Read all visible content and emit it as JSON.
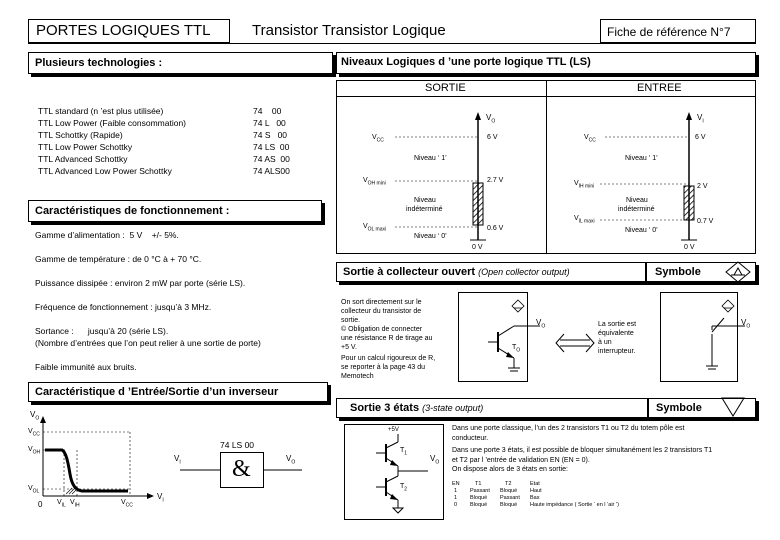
{
  "header": {
    "title": "PORTES LOGIQUES TTL",
    "subtitle": "Transistor Transistor Logique",
    "ref": "Fiche de référence N°7"
  },
  "tech": {
    "heading": "Plusieurs technologies :",
    "families": [
      {
        "name": "TTL standard (n ’est plus utilisée)",
        "code": "74    00"
      },
      {
        "name": "TTL Low Power (Faible consommation)",
        "code": "74 L   00"
      },
      {
        "name": "TTL Schottky (Rapide)",
        "code": "74 S   00"
      },
      {
        "name": "TTL Low Power Schottky",
        "code": "74 LS  00"
      },
      {
        "name": "TTL Advanced Schottky",
        "code": "74 AS  00"
      },
      {
        "name": "TTL Advanced Low Power Schottky",
        "code": "74 ALS00"
      }
    ]
  },
  "charac": {
    "heading": "Caractéristiques de fonctionnement :",
    "alim": "Gamme d’alimentation :  5 V    +/- 5%.",
    "temp": "Gamme de température : de 0 °C à + 70 °C.",
    "power": "Puissance dissipée : environ 2 mW par porte (série LS).",
    "freq": "Fréquence de fonctionnement : jusqu’à 3 MHz.",
    "fanout1": "Sortance :      jusqu’à 20 (série LS).",
    "fanout2": "(Nombre d’entrées que l’on peut relier à une sortie de porte)",
    "immunity": "Faible immunité aux bruits."
  },
  "levels": {
    "heading": "Niveaux Logiques d ’une porte logique TTL (LS)",
    "out_title": "SORTIE",
    "in_title": "ENTREE",
    "out": {
      "v": "V",
      "v_sub": "O",
      "vcc": "V",
      "vcc_sub": "CC",
      "six": "6 V",
      "n1": "Niveau ‘ 1’",
      "voh": "V",
      "voh_sub": "OH mini",
      "v27": "2.7 V",
      "ind1": "Niveau",
      "ind2": "indéterminé",
      "vol": "V",
      "vol_sub": "OL maxi",
      "v06": "0.6 V",
      "n0": "Niveau ‘ 0’",
      "zero": "0 V"
    },
    "in": {
      "v": "V",
      "v_sub": "I",
      "vcc": "V",
      "vcc_sub": "CC",
      "six": "6 V",
      "n1": "Niveau ‘ 1’",
      "vih": "V",
      "vih_sub": "IH mini",
      "v2": "2 V",
      "ind1": "Niveau",
      "ind2": "indéterminé",
      "vil": "V",
      "vil_sub": "IL maxi",
      "v07": "0.7 V",
      "n0": "Niveau ‘ 0’",
      "zero": "0 V"
    }
  },
  "oc": {
    "heading": "Sortie à collecteur ouvert",
    "heading_paren": "(Open collector output)",
    "symbole": "Symbole",
    "text": [
      "On sort directement sur le",
      "collecteur du transistor de",
      "sortie.",
      "© Obligation de connecter",
      "une résistance R de tirage au",
      "+5 V.",
      "Pour un calcul rigoureux de R,",
      "se reporter à la page 43 du",
      "Memotech"
    ],
    "vo": "V",
    "vo_sub": "O",
    "to": "T",
    "to_sub": "O",
    "switch_text": [
      "La sortie est",
      "équivalente",
      "à un",
      "interrupteur."
    ],
    "vo2": "V",
    "vo2_sub": "O"
  },
  "inv": {
    "heading": "Caractéristique d ’Entrée/Sortie d’un inverseur",
    "vo": "V",
    "vo_sub": "O",
    "vcc": "V",
    "vcc_sub": "CC",
    "voh": "V",
    "voh_sub": "OH",
    "vol": "V",
    "vol_sub": "OL",
    "zero": "0",
    "vil": "V",
    "vil_sub": "IL",
    "vih": "V",
    "vih_sub": "IH",
    "vcc2": "V",
    "vcc2_sub": "CC",
    "vi": "V",
    "vi_sub": "I",
    "chip": "74 LS 00",
    "in_label": "V",
    "in_label_sub": "I",
    "out_label": "V",
    "out_label_sub": "O",
    "and_glyph": "&"
  },
  "tri": {
    "heading": "Sortie 3 états",
    "heading_paren": "(3-state output)",
    "symbole": "Symbole",
    "plus5": "+5V",
    "t1": "T",
    "t1_sub": "1",
    "t2": "T",
    "t2_sub": "2",
    "vo": "V",
    "vo_sub": "O",
    "text": [
      "Dans une porte classique, l’un des 2 transistors T1 ou T2 du totem pôle est",
      "conducteur.",
      "Dans une porte 3 états, il est possible de bloquer simultanément les 2 transistors T1",
      "et T2 par l ’entrée de validation EN (EN = 0).",
      "On dispose alors de 3 états en sortie:"
    ],
    "table_head": [
      "EN",
      "T1",
      "T2",
      "Etat"
    ],
    "table_rows": [
      [
        "1",
        "Passant",
        "Bloqué",
        "Haut"
      ],
      [
        "1",
        "Bloqué",
        "Passant",
        "Bas"
      ],
      [
        "0",
        "Bloqué",
        "Bloqué",
        "Haute impédance ( Sortie ‘ en l ’air ’)"
      ]
    ]
  }
}
